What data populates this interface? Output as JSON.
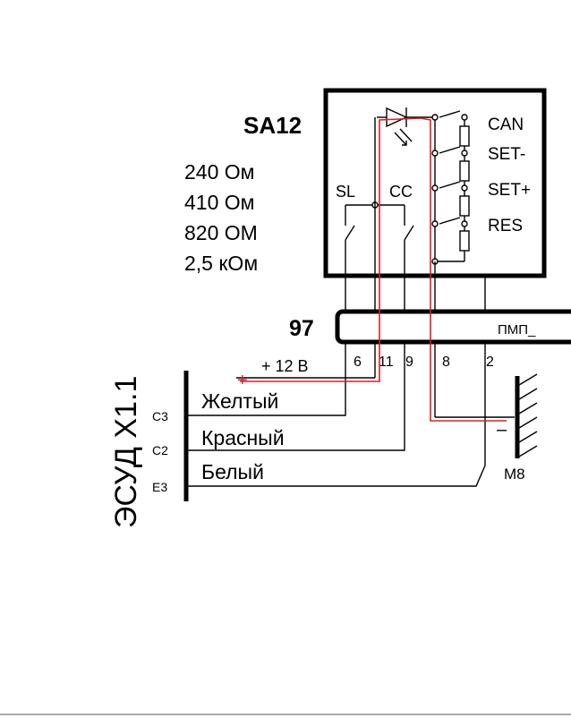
{
  "switch_block": {
    "ref": "SA12",
    "left_contacts": [
      "SL",
      "CC"
    ],
    "right_contacts": [
      "CAN",
      "SET-",
      "SET+",
      "RES"
    ]
  },
  "resistances": [
    "240 Ом",
    "410 Ом",
    "820 ОМ",
    "2,5 кОм"
  ],
  "connector": {
    "ref": "97",
    "name": "ПМП_",
    "pins": [
      "6",
      "11",
      "9",
      "8",
      "2"
    ]
  },
  "supply": {
    "plus": "+",
    "label": "+ 12 В"
  },
  "ground": {
    "ref": "М8",
    "minus": "–"
  },
  "ecu": {
    "ref": "ЭСУД X1.1",
    "pins": [
      {
        "pin": "C3",
        "wire": "Желтый"
      },
      {
        "pin": "C2",
        "wire": "Красный"
      },
      {
        "pin": "E3",
        "wire": "Белый"
      }
    ]
  },
  "colors": {
    "line": "#000000",
    "red_wire": "#e11b22"
  }
}
